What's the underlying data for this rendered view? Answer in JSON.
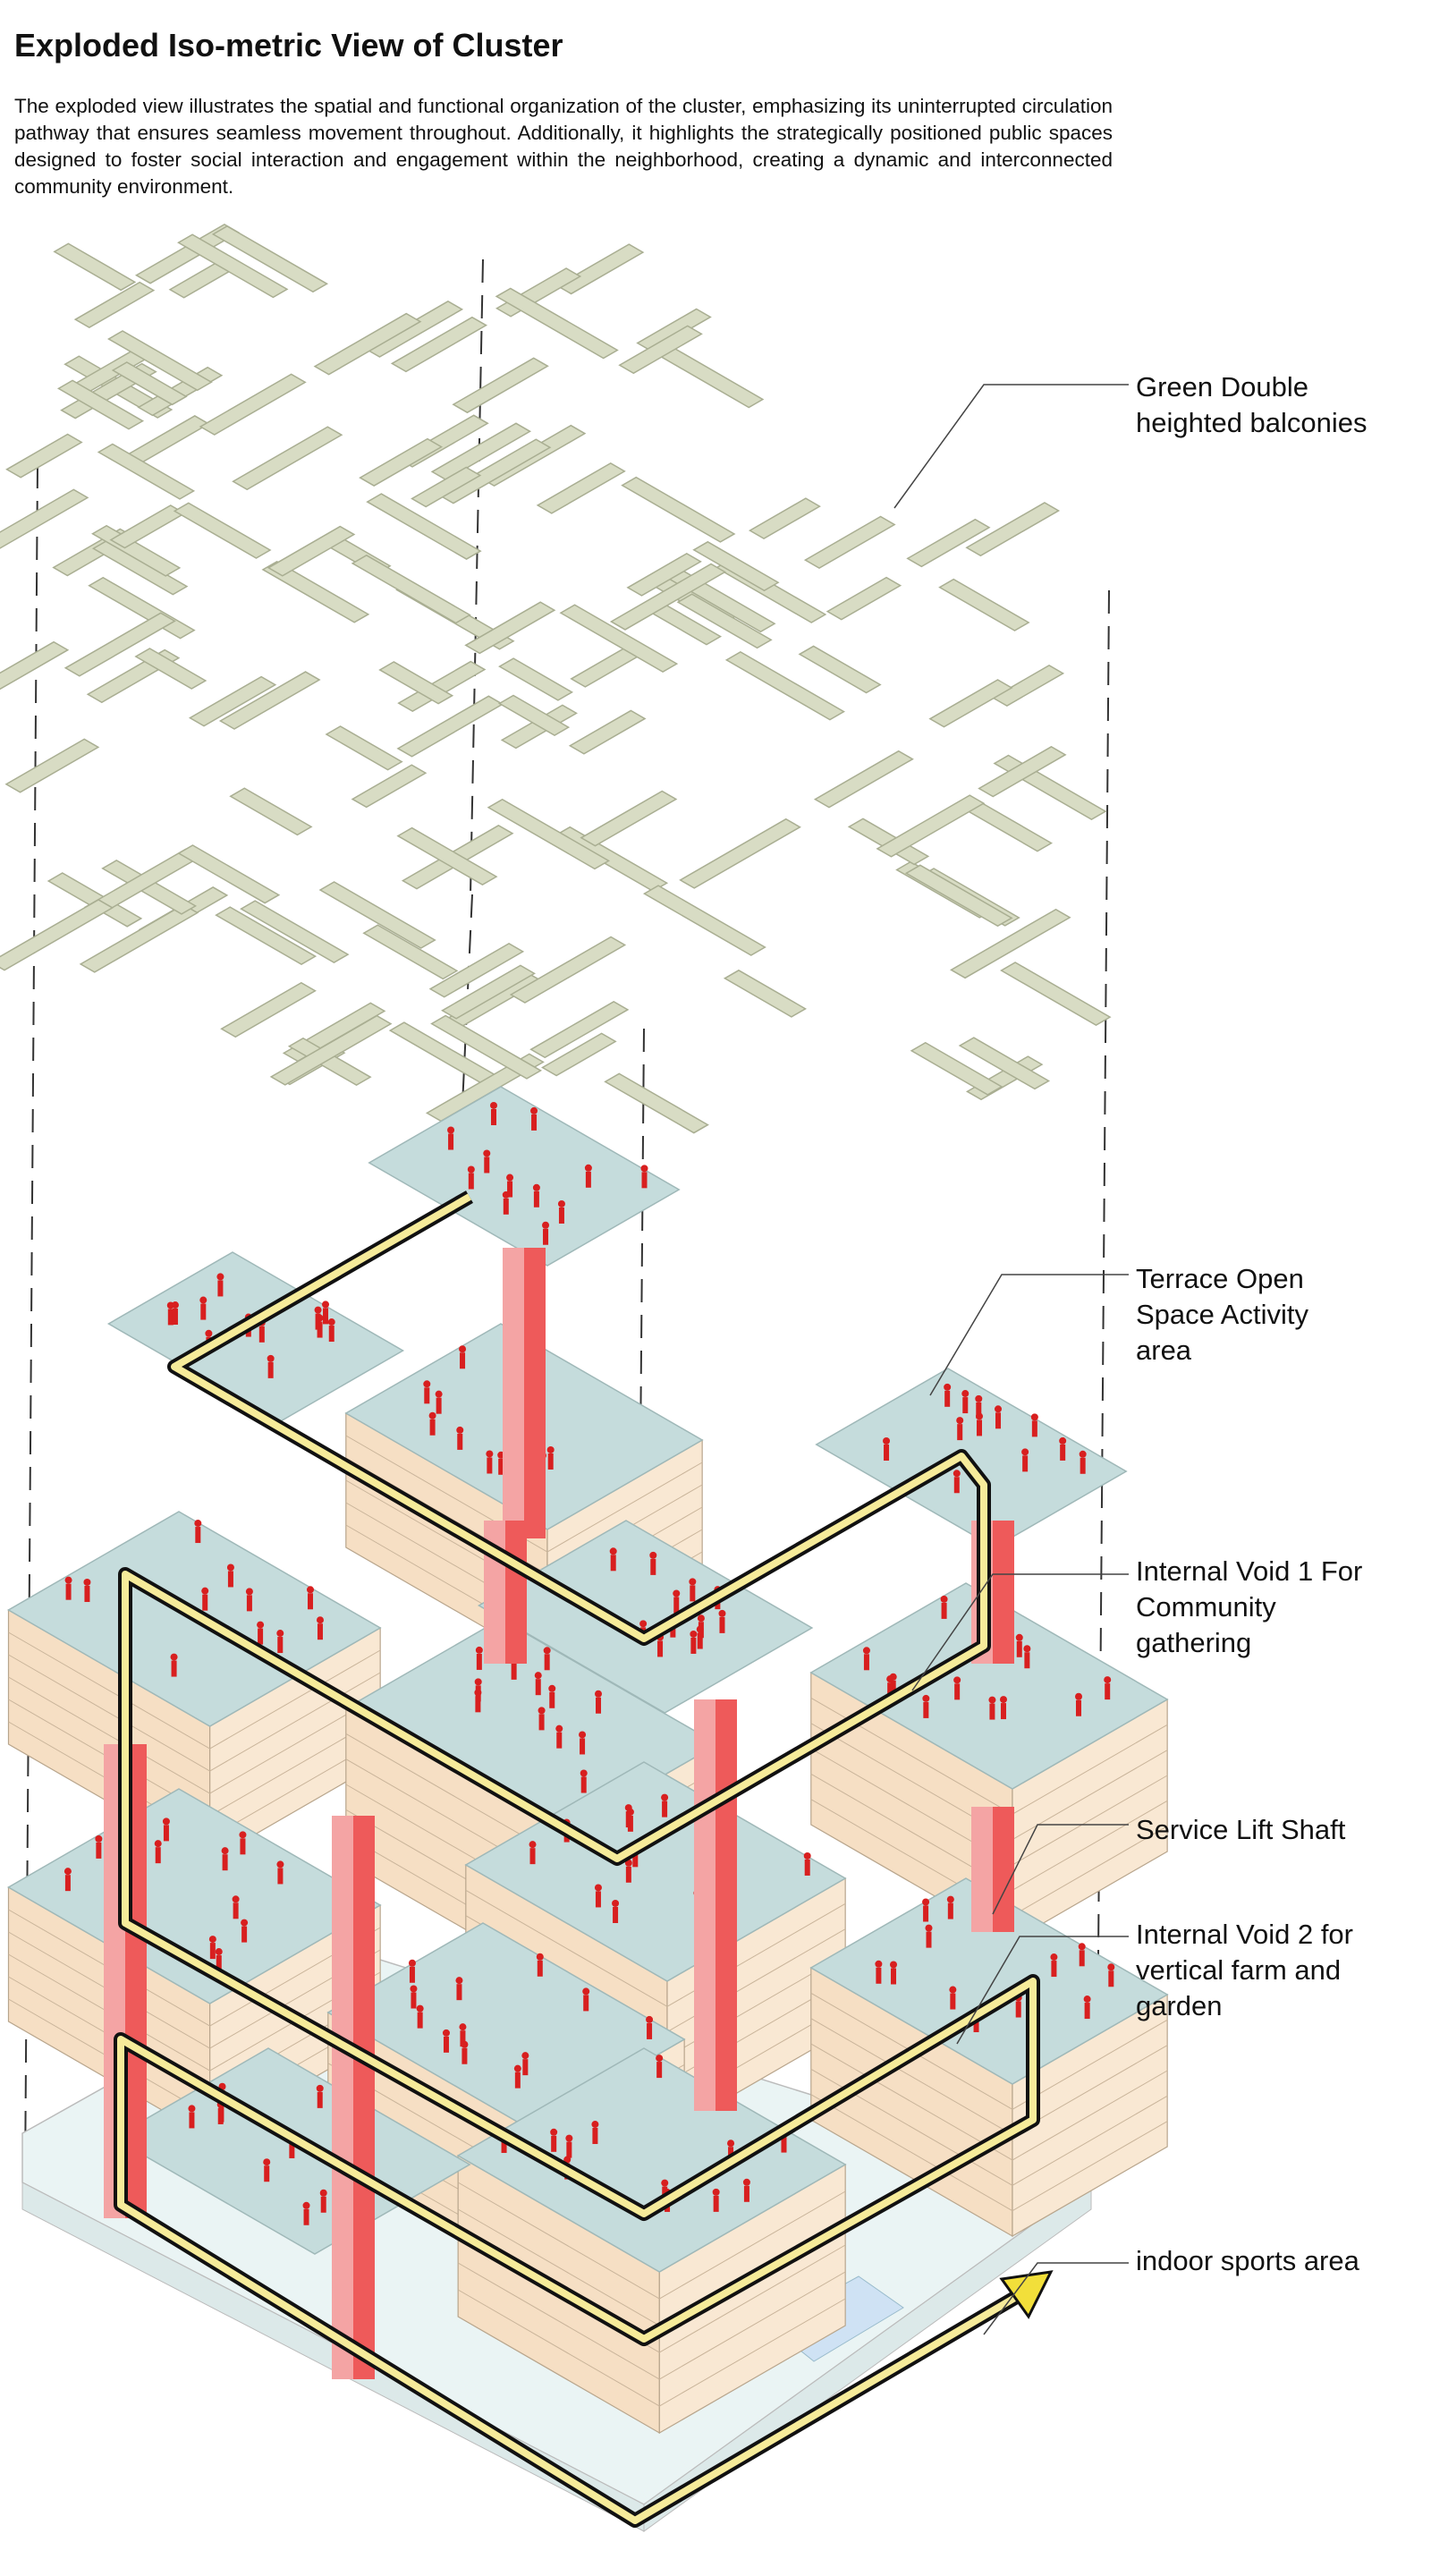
{
  "title": "Exploded Iso-metric View of Cluster",
  "description": "The exploded view illustrates the spatial and functional organization of the cluster, emphasizing its uninterrupted circulation pathway that ensures seamless movement throughout. Additionally, it highlights the strategically positioned public spaces designed to foster social interaction and engagement within the neighborhood, creating a dynamic and interconnected community environment.",
  "labels": {
    "green_balconies": "Green Double heighted balconies",
    "terrace": "Terrace Open Space Activity area",
    "void1": "Internal Void 1 For Community gathering",
    "lift": "Service Lift Shaft",
    "void2": "Internal Void 2 for vertical farm and garden",
    "sports": "indoor sports area"
  },
  "colors": {
    "balcony_fill": "#d8dcc4",
    "balcony_stroke": "#a9ae92",
    "slab_top": "#c5dcdc",
    "block_side": "#f6dfc4",
    "lift_shaft": "#ee5a5a",
    "lift_shaft_light": "#f4a4a4",
    "people": "#d81f1f",
    "path_fill": "#f6eb9a",
    "path_outline": "#111111",
    "ground": "#eaf4f4"
  }
}
